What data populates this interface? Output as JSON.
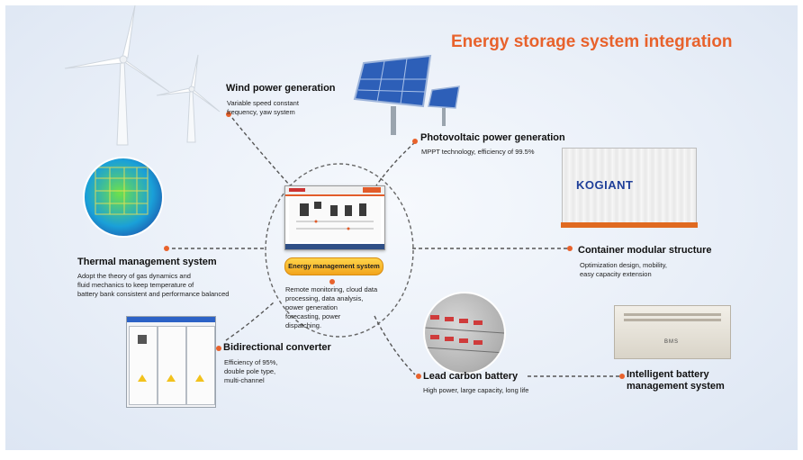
{
  "title": "Energy storage system integration",
  "colors": {
    "accent": "#e8622c",
    "brand_blue": "#1f3f99",
    "background": "#e9eff8"
  },
  "nodes": {
    "wind": {
      "heading": "Wind power generation",
      "desc": [
        "Variable speed constant",
        "frequency, yaw system"
      ]
    },
    "pv": {
      "heading": "Photovoltaic power generation",
      "desc": [
        "MPPT technology, efficiency of 99.5%"
      ]
    },
    "thermal": {
      "heading": "Thermal management system",
      "desc": [
        "Adopt the theory of gas dynamics and",
        "fluid mechanics to keep temperature of",
        "battery bank consistent and performance balanced"
      ]
    },
    "container": {
      "heading": "Container modular structure",
      "desc": [
        "Optimization design, mobility,",
        "easy capacity extension"
      ],
      "brand": "KOGIANT"
    },
    "ems": {
      "label": "Energy management system",
      "desc": [
        "Remote monitoring, cloud data",
        "processing, data analysis,",
        "power generation",
        "forecasting, power",
        "dispatching."
      ]
    },
    "converter": {
      "heading": "Bidirectional converter",
      "desc": [
        "Efficiency of 95%,",
        "double pole type,",
        "multi-channel"
      ]
    },
    "battery": {
      "heading": "Lead carbon battery",
      "desc": [
        "High power, large capacity, long life"
      ]
    },
    "bms": {
      "heading": [
        "Intelligent battery",
        "management system"
      ],
      "device_label": "BMS"
    }
  },
  "icons": [
    "wind-turbine-icon",
    "solar-panel-icon",
    "thermal-map-icon",
    "container-icon",
    "ems-screen-icon",
    "converter-cabinet-icon",
    "battery-rack-icon",
    "bms-box-icon"
  ]
}
